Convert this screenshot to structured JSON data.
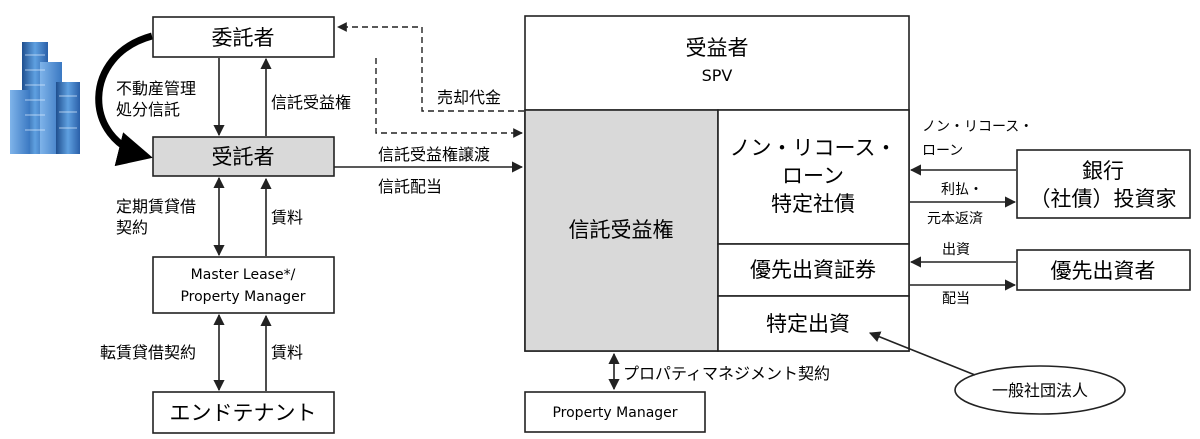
{
  "nodes": {
    "itakusha": "委託者",
    "jutakusha": "受託者",
    "master_lease_1": "Master Lease*/",
    "master_lease_2": "Property Manager",
    "end_tenant": "エンドテナント",
    "beneficiary_1": "受益者",
    "beneficiary_2": "SPV",
    "trust_beneficial_right": "信託受益権",
    "nonrecourse_1": "ノン・リコース・",
    "nonrecourse_2": "ローン",
    "nonrecourse_3": "特定社債",
    "preferred_securities": "優先出資証券",
    "specified_investment": "特定出資",
    "bank_1": "銀行",
    "bank_2": "（社債）投資家",
    "preferred_investor": "優先出資者",
    "general_association": "一般社団法人",
    "property_manager": "Property Manager"
  },
  "edges": {
    "real_estate_trust_1": "不動産管理",
    "real_estate_trust_2": "処分信託",
    "trust_right": "信託受益権",
    "sale_proceeds": "売却代金",
    "trust_right_transfer": "信託受益権譲渡",
    "trust_dividend": "信託配当",
    "fixed_lease_1": "定期賃貸借",
    "fixed_lease_2": "契約",
    "rent_1": "賃料",
    "sublease": "転賃貸借契約",
    "rent_2": "賃料",
    "pm_contract": "プロパティマネジメント契約",
    "nonrecourse_in_1": "ノン・リコース・",
    "nonrecourse_in_2": "ローン",
    "interest_1": "利払・",
    "interest_2": "元本返済",
    "investment": "出資",
    "dividend": "配当"
  },
  "colors": {
    "gray_fill": "#d9d9d9",
    "line": "#222222",
    "building_blue": "#3a78c2"
  },
  "icons": {
    "building": "building-icon"
  }
}
